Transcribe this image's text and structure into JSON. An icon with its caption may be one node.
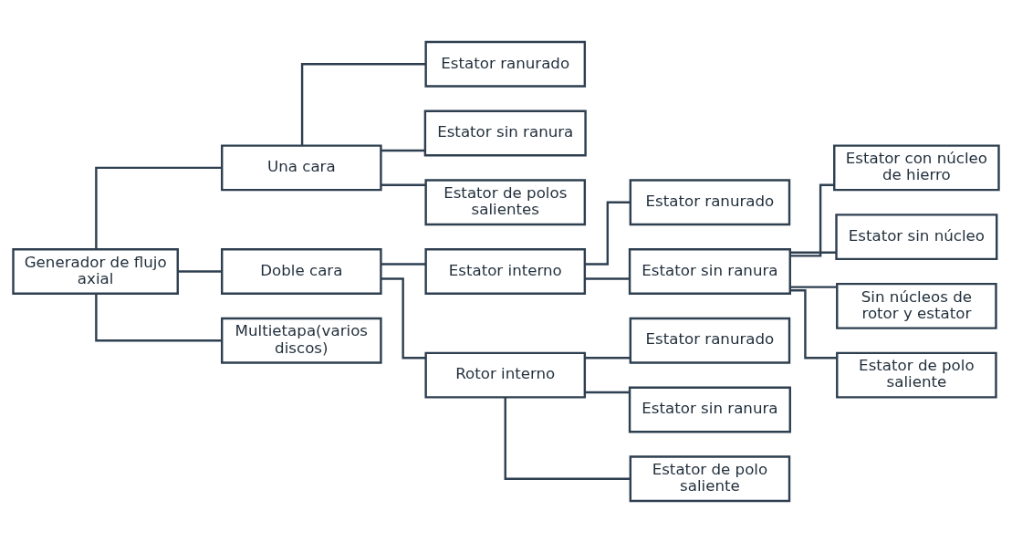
{
  "diagram": {
    "nodes": [
      {
        "text": [
          "Generador de flujo axial"
        ]
      },
      {
        "text": [
          "Una cara"
        ]
      },
      {
        "text": [
          "Doble cara"
        ]
      },
      {
        "text": [
          "Multietapa(varios discos)"
        ]
      },
      {
        "text": [
          "Estator ranurado"
        ]
      },
      {
        "text": [
          "Estator sin ranura"
        ]
      },
      {
        "text": [
          "Estator de polos salientes"
        ]
      },
      {
        "text": [
          "Estator interno"
        ]
      },
      {
        "text": [
          "Rotor interno"
        ]
      },
      {
        "text": [
          "Estator ranurado"
        ]
      },
      {
        "text": [
          "Estator sin ranura"
        ]
      },
      {
        "text": [
          "Estator con núcleo de hierro"
        ]
      },
      {
        "text": [
          "Estator sin núcleo"
        ]
      },
      {
        "text": [
          "Sin núcleos de rotor y estator"
        ]
      },
      {
        "text": [
          "Estator de polo saliente"
        ]
      },
      {
        "text": [
          "Estator ranurado"
        ]
      },
      {
        "text": [
          "Estator sin ranura"
        ]
      },
      {
        "text": [
          "Estator de polo saliente"
        ]
      }
    ],
    "edges": [
      {
        "from": 0,
        "to": 1,
        "arrow": "none"
      },
      {
        "from": 0,
        "to": 2,
        "arrow": "none"
      },
      {
        "from": 0,
        "to": 3,
        "arrow": "none"
      },
      {
        "from": 1,
        "to": 4,
        "arrow": "none"
      },
      {
        "from": 1,
        "to": 5,
        "arrow": "none"
      },
      {
        "from": 1,
        "to": 6,
        "arrow": "none"
      },
      {
        "from": 2,
        "to": 7,
        "arrow": "none"
      },
      {
        "from": 2,
        "to": 8,
        "arrow": "none"
      },
      {
        "from": 7,
        "to": 9,
        "arrow": "none"
      },
      {
        "from": 7,
        "to": 10,
        "arrow": "none"
      },
      {
        "from": 10,
        "to": 11,
        "arrow": "none"
      },
      {
        "from": 10,
        "to": 12,
        "arrow": "none"
      },
      {
        "from": 10,
        "to": 13,
        "arrow": "none"
      },
      {
        "from": 10,
        "to": 14,
        "arrow": "none"
      },
      {
        "from": 8,
        "to": 15,
        "arrow": "none"
      },
      {
        "from": 8,
        "to": 16,
        "arrow": "none"
      },
      {
        "from": 8,
        "to": 17,
        "arrow": "none"
      }
    ]
  }
}
